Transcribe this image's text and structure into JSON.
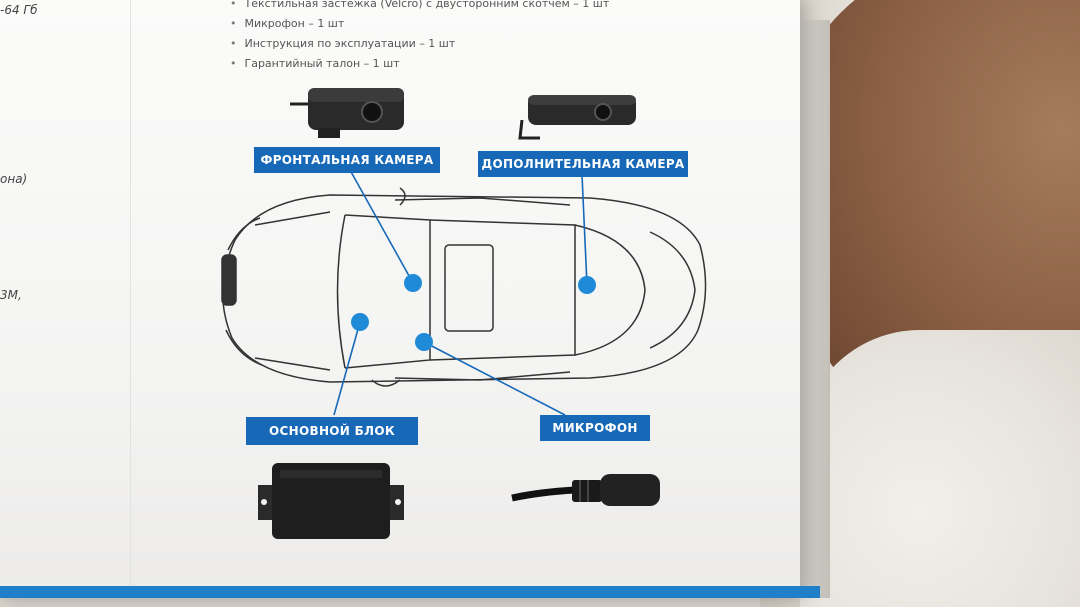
{
  "kit_items": [
    "Текстильная застежка (Velcro) с двусторонним скотчем – 1 шт",
    "Микрофон – 1 шт",
    "Инструкция по эксплуатации – 1 шт",
    "Гарантийный талон – 1 шт"
  ],
  "left_fragments": [
    "-64 Гб",
    "она)",
    "3М,"
  ],
  "labels": {
    "front_camera": "ФРОНТАЛЬНАЯ КАМЕРА",
    "extra_camera": "ДОПОЛНИТЕЛЬНАЯ КАМЕРА",
    "main_unit": "ОСНОВНОЙ БЛОК",
    "microphone": "МИКРОФОН"
  },
  "colors": {
    "label_blue": "#1769b8",
    "dot_blue": "#1f8ad8"
  }
}
